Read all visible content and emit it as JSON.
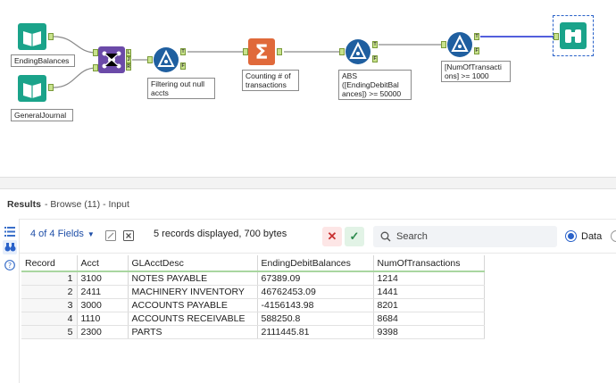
{
  "workflow": {
    "nodes": {
      "input_ending_balances": "EndingBalances",
      "input_general_journal": "GeneralJournal",
      "filter_null": "Filtering out null\naccts",
      "summarize": "Counting # of\ntransactions",
      "filter_balance": "ABS\n([EndingDebitBal\nances]) >= 50000",
      "filter_count": "[NumOfTransacti\nons] >= 1000"
    },
    "anchor_labels": {
      "left": "L",
      "join": "J",
      "right": "R",
      "true": "T",
      "false": "F"
    }
  },
  "results": {
    "title": "Results",
    "subtitle": "- Browse (11) - Input",
    "fields_selector": "4 of 4 Fields",
    "records_info": "5 records displayed, 700 bytes",
    "search_placeholder": "Search",
    "view_mode_label": "Data",
    "columns": [
      "Record",
      "Acct",
      "GLAcctDesc",
      "EndingDebitBalances",
      "NumOfTransactions"
    ],
    "rows": [
      [
        "1",
        "3100",
        "NOTES PAYABLE",
        "67389.09",
        "1214"
      ],
      [
        "2",
        "2411",
        "MACHINERY INVENTORY",
        "46762453.09",
        "1441"
      ],
      [
        "3",
        "3000",
        "ACCOUNTS PAYABLE",
        "-4156143.98",
        "8201"
      ],
      [
        "4",
        "1110",
        "ACCOUNTS RECEIVABLE",
        "588250.8",
        "8684"
      ],
      [
        "5",
        "2300",
        "PARTS",
        "2111445.81",
        "9398"
      ]
    ]
  },
  "colors": {
    "input_tool": "#1aa38a",
    "join_tool": "#6b4aa8",
    "filter_tool": "#1f5fa0",
    "summarize_tool": "#e0693a",
    "browse_tool": "#1aa38a",
    "selected_wire": "#1a2ad0"
  }
}
